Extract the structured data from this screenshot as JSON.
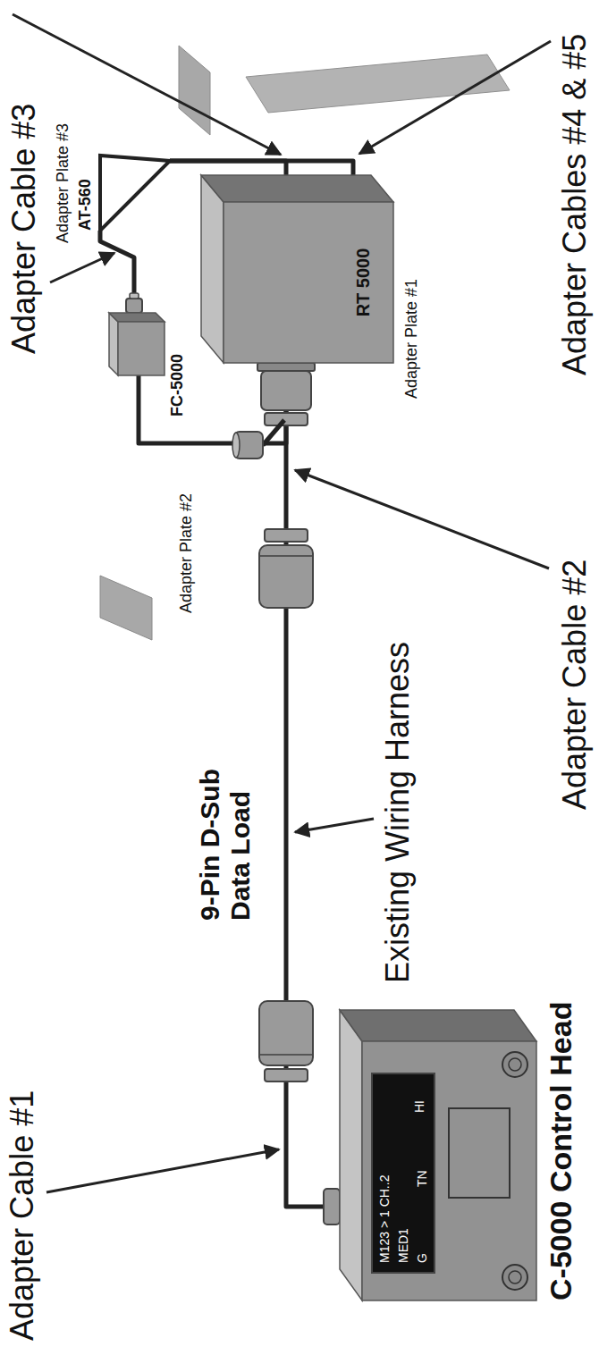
{
  "diagram": {
    "nodes": [
      {
        "text": [
          "C-5000 Control Head"
        ]
      },
      {
        "text": [
          "M123 > 1 CH..2",
          "MED1",
          "G",
          "TN",
          "HI"
        ],
        "in": 0
      },
      {
        "text": [
          "RT 5000"
        ]
      },
      {
        "text": [
          "FC-5000"
        ]
      },
      {
        "text": [
          "AT-560"
        ]
      }
    ],
    "edges": [
      {
        "from": 0,
        "to": 2,
        "arrow": "none"
      },
      {
        "from": 3,
        "to": 2,
        "arrow": "none"
      },
      {
        "from": 3,
        "to": 4,
        "arrow": "none"
      },
      {
        "from": 4,
        "to": 2,
        "arrow": "none"
      },
      {
        "from": 4,
        "to": 2,
        "arrow": "none"
      }
    ],
    "labels": [
      "Adapter Cable #1",
      "Existing Wiring Harness",
      "9-Pin D-Sub Data Load",
      "Adapter Cable #2",
      "Adapter Plate #2",
      "Adapter Cable #3",
      "Adapter Plate #3",
      "Adapter Plate #1",
      "Adapter Cables #4 & #5"
    ]
  }
}
